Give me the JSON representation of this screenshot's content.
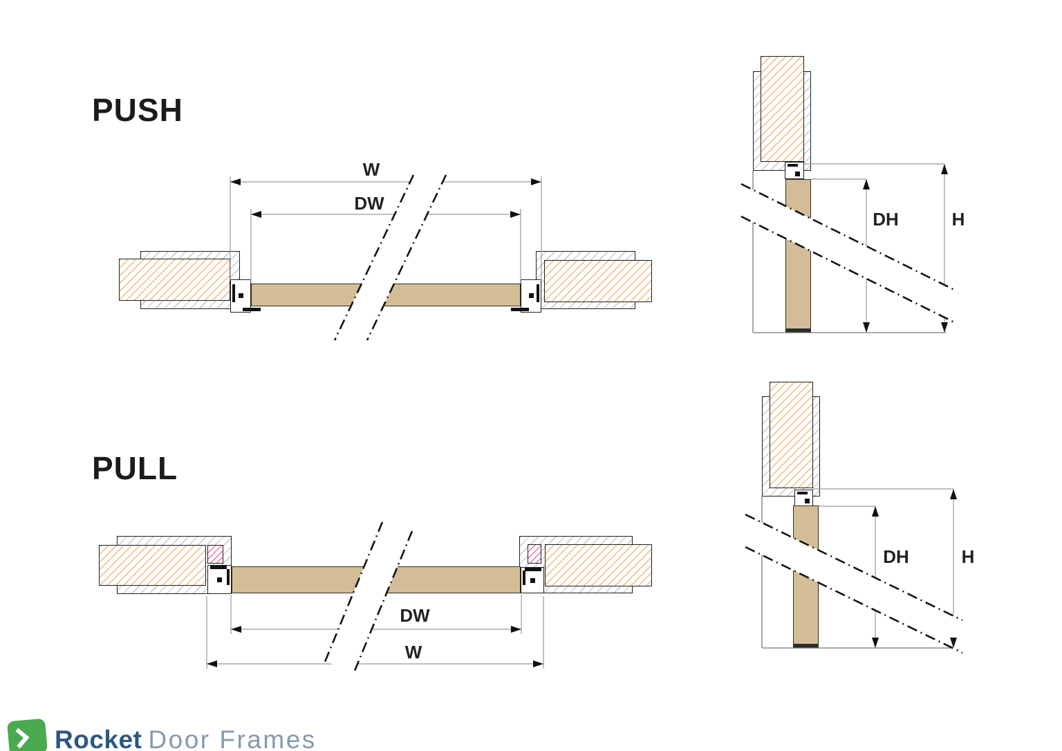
{
  "sections": {
    "push_plan": {
      "label": "PUSH",
      "dim_width": "W",
      "dim_door_width": "DW"
    },
    "pull_plan": {
      "label": "PULL",
      "dim_width": "W",
      "dim_door_width": "DW"
    },
    "push_side": {
      "dim_door_height": "DH",
      "dim_height": "H"
    },
    "pull_side": {
      "dim_door_height": "DH",
      "dim_height": "H"
    }
  },
  "logo": {
    "brand": "Rocket",
    "suffix": "Door Frames",
    "icon": "door-arrow-icon"
  },
  "colors": {
    "door-fill": "#d3bd97",
    "door-edge": "#2f2b20",
    "hatch-orange": "#f3c493",
    "hatch-gray": "#c8cfd8",
    "hatch-pink": "#ef71a8",
    "outline": "#1d1d1d",
    "dim-line": "#999999",
    "struct-line": "#777777",
    "arrow-fill": "#111111",
    "break-line": "#141414",
    "label-color": "#222222",
    "logo-green": "#4aaa50",
    "logo-navy": "#2d5781",
    "logo-slate": "#8699ae"
  }
}
